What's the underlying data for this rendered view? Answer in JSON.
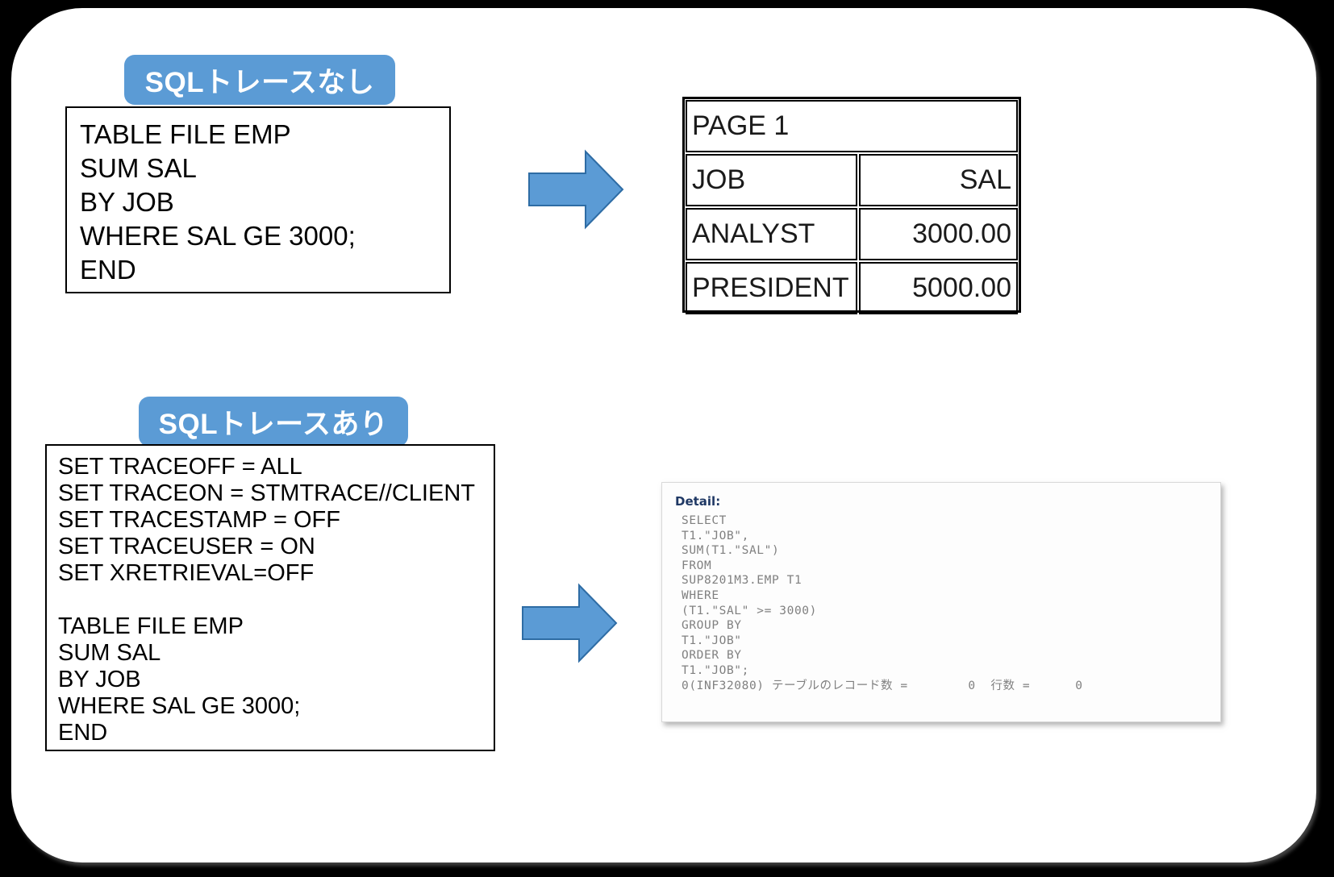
{
  "slide": {
    "background_color": "#000000",
    "card_color": "#ffffff",
    "accent_color": "#5B9BD5"
  },
  "sections": {
    "no_trace": {
      "pill_label": "SQLトレースなし",
      "code": "TABLE FILE EMP\nSUM SAL\nBY JOB\nWHERE SAL GE 3000;\nEND",
      "arrow_name": "right-arrow-icon"
    },
    "with_trace": {
      "pill_label": "SQLトレースあり",
      "code": "SET TRACEOFF = ALL\nSET TRACEON = STMTRACE//CLIENT\nSET TRACESTAMP = OFF\nSET TRACEUSER = ON\nSET XRETRIEVAL=OFF\n\nTABLE FILE EMP\nSUM SAL\nBY JOB\nWHERE SAL GE 3000;\nEND",
      "arrow_name": "right-arrow-icon"
    }
  },
  "report": {
    "page_header": "PAGE 1",
    "columns": [
      "JOB",
      "SAL"
    ],
    "rows": [
      {
        "job": "ANALYST",
        "sal": "3000.00"
      },
      {
        "job": "PRESIDENT",
        "sal": "5000.00"
      }
    ]
  },
  "trace_output": {
    "title": "Detail:",
    "body": "SELECT\nT1.\"JOB\",\nSUM(T1.\"SAL\")\nFROM\nSUP8201M3.EMP T1\nWHERE\n(T1.\"SAL\" >= 3000)\nGROUP BY\nT1.\"JOB\"\nORDER BY\nT1.\"JOB\";\n0(INF32080) テーブルのレコード数 =        0  行数 =      0"
  }
}
